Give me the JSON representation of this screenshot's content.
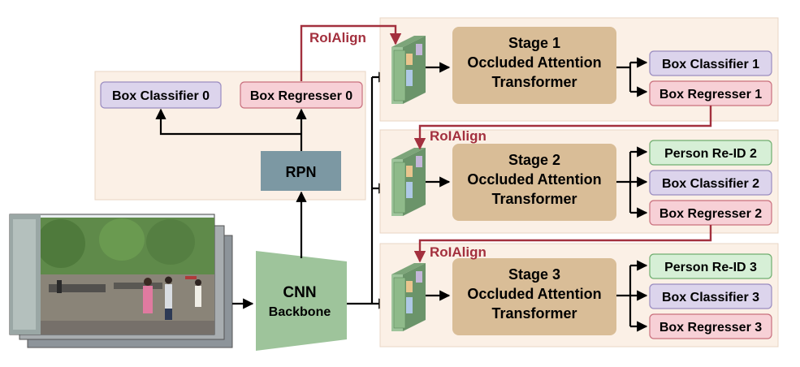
{
  "rpn_panel": {
    "box_classifier": "Box Classifier 0",
    "box_regresser": "Box Regresser 0",
    "rpn": "RPN"
  },
  "backbone": {
    "line1": "CNN",
    "line2": "Backbone"
  },
  "roi_align": "RoIAlign",
  "stages": [
    {
      "title": [
        "Stage 1",
        "Occluded Attention",
        "Transformer"
      ],
      "outputs": [
        "Box Classifier 1",
        "Box Regresser 1"
      ]
    },
    {
      "title": [
        "Stage 2",
        "Occluded Attention",
        "Transformer"
      ],
      "outputs": [
        "Person Re-ID 2",
        "Box Classifier 2",
        "Box Regresser 2"
      ]
    },
    {
      "title": [
        "Stage 3",
        "Occluded Attention",
        "Transformer"
      ],
      "outputs": [
        "Person Re-ID 3",
        "Box Classifier 3",
        "Box Regresser 3"
      ]
    }
  ],
  "colors": {
    "panel_bg": "#fbf0e6",
    "panel_border": "#e8d6c4",
    "classifier_fill": "#dcd4ec",
    "classifier_border": "#9a8cc0",
    "regresser_fill": "#f7d0d6",
    "regresser_border": "#c9707e",
    "reid_fill": "#d6efd6",
    "reid_border": "#6fae6f",
    "transformer_fill": "#d9bd97",
    "rpn_fill": "#7c98a3",
    "backbone_fill": "#9ec49b",
    "roi_arrow": "#a3303e",
    "arrow": "#000000"
  }
}
